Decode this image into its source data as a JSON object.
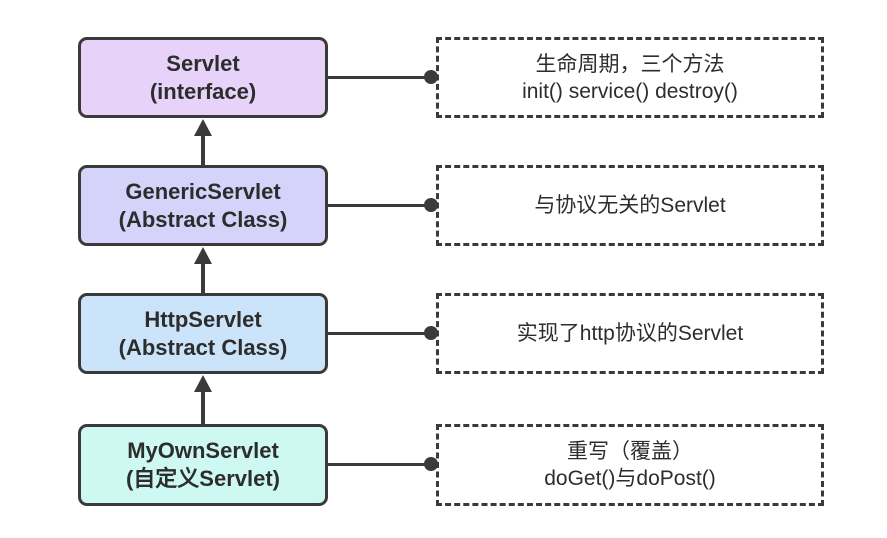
{
  "diagram": {
    "title_semantic": "Servlet class hierarchy",
    "colors": {
      "stroke": "#3a3a3a",
      "text": "#2d2d2d",
      "background": "#ffffff"
    },
    "rows": [
      {
        "node": {
          "title": "Servlet",
          "subtitle": "(interface)",
          "fill": "#e7d3f9"
        },
        "note": {
          "line1": "生命周期，三个方法",
          "line2": "init() service() destroy()"
        }
      },
      {
        "node": {
          "title": "GenericServlet",
          "subtitle": "(Abstract Class)",
          "fill": "#d5d3f9"
        },
        "note": {
          "line1": "与协议无关的Servlet",
          "line2": ""
        }
      },
      {
        "node": {
          "title": "HttpServlet",
          "subtitle": "(Abstract Class)",
          "fill": "#cce4fa"
        },
        "note": {
          "line1": "实现了http协议的Servlet",
          "line2": ""
        }
      },
      {
        "node": {
          "title": "MyOwnServlet",
          "subtitle": "(自定义Servlet)",
          "fill": "#cdf9f2"
        },
        "note": {
          "line1": "重写（覆盖）",
          "line2": "doGet()与doPost()"
        }
      }
    ]
  }
}
